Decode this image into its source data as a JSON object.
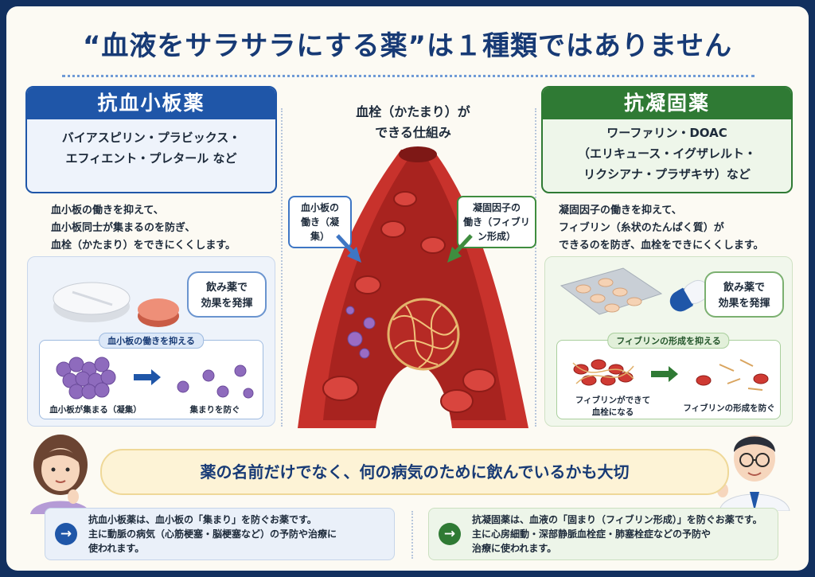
{
  "title": "“血液をサラサラにする薬”は１種類ではありません",
  "antiplatelet": {
    "header": "抗血小板薬",
    "names": [
      "バイアスピリン・プラビックス・",
      "エフィエント・プレタール など"
    ],
    "description": [
      "血小板の働きを抑えて、",
      "血小板同士が集まるのを防ぎ、",
      "血栓（かたまり）をできにくくします。"
    ],
    "bubble": [
      "飲み薬で",
      "効果を発揮"
    ],
    "inner_label": "血小板の働きを抑える",
    "caption_left": "血小板が集まる（凝集）",
    "caption_right": "集まりを防ぐ"
  },
  "anticoagulant": {
    "header": "抗凝固薬",
    "names": [
      "ワーファリン・DOAC",
      "（エリキュース・イグザレルト・",
      "リクシアナ・プラザキサ）など"
    ],
    "description": [
      "凝固因子の働きを抑えて、",
      "フィブリン（糸状のたんぱく質）が",
      "できるのを防ぎ、血栓をできにくくします。"
    ],
    "bubble": [
      "飲み薬で",
      "効果を発揮"
    ],
    "inner_label": "フィブリンの形成を抑える",
    "caption_left": [
      "フィブリンができて",
      "血栓になる"
    ],
    "caption_right": "フィブリンの形成を防ぐ"
  },
  "vessel": {
    "title": [
      "血栓（かたまり）が",
      "できる仕組み"
    ],
    "callout_left": [
      "血小板の",
      "働き（凝集）"
    ],
    "callout_right": [
      "凝固因子の",
      "働き（フィブリン形成）"
    ]
  },
  "banner": "薬の名前だけでなく、何の病気のために飲んでいるかも大切",
  "notes": {
    "left": [
      "抗血小板薬は、血小板の「集まり」を防ぐお薬です。",
      "主に動脈の病気（心筋梗塞・脳梗塞など）の予防や治療に",
      "使われます。"
    ],
    "right": [
      "抗凝固薬は、血液の「固まり（フィブリン形成）」を防ぐお薬です。",
      "主に心房細動・深部静脈血栓症・肺塞栓症などの予防や",
      "治療に使われます。"
    ]
  },
  "colors": {
    "navy": "#173a75",
    "blue": "#1f56a8",
    "green": "#2f7a34",
    "red": "#c8322c",
    "cream": "#fdf3d6"
  }
}
